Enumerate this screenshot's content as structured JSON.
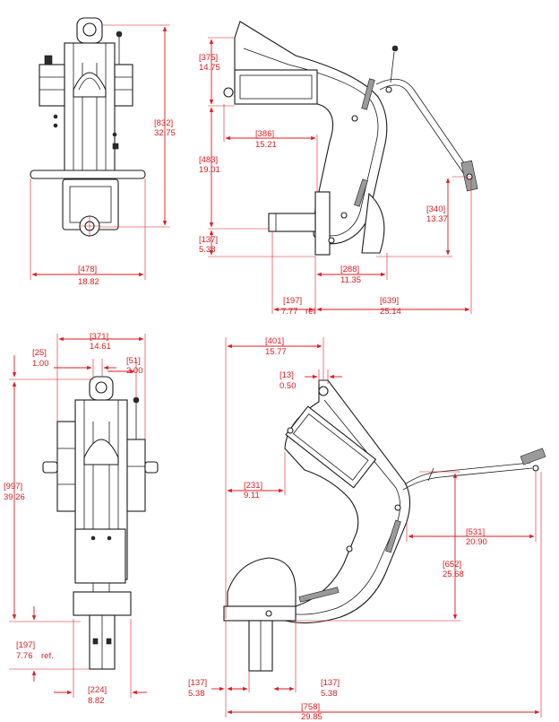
{
  "colors": {
    "dimension": "#e0191e",
    "line": "#1a1a1a"
  },
  "views": {
    "front_top": {
      "height": {
        "mm": "[832]",
        "in": "32.75"
      },
      "width": {
        "mm": "[478]",
        "in": "18.82"
      }
    },
    "side_top": {
      "d375": {
        "mm": "[375]",
        "in": "14.75"
      },
      "d483": {
        "mm": "[483]",
        "in": "19.01"
      },
      "d386": {
        "mm": "[386]",
        "in": "15.21"
      },
      "d137": {
        "mm": "[137]",
        "in": "5.38"
      },
      "d340": {
        "mm": "[340]",
        "in": "13.37"
      },
      "d288": {
        "mm": "[288]",
        "in": "11.35"
      },
      "d197": {
        "mm": "[197]",
        "in": "7.77",
        "note": "ref"
      },
      "d639": {
        "mm": "[639]",
        "in": "25.14"
      }
    },
    "front_bottom": {
      "d371": {
        "mm": "[371]",
        "in": "14.61"
      },
      "d25": {
        "mm": "[25]",
        "in": "1.00"
      },
      "d51": {
        "mm": "[51]",
        "in": "2.00"
      },
      "d997": {
        "mm": "[997]",
        "in": "39.26"
      },
      "d197": {
        "mm": "[197]",
        "in": "7.76",
        "note": "ref."
      },
      "d224": {
        "mm": "[224]",
        "in": "8.82"
      }
    },
    "side_bottom": {
      "d401": {
        "mm": "[401]",
        "in": "15.77"
      },
      "d13": {
        "mm": "[13]",
        "in": "0.50"
      },
      "d231": {
        "mm": "[231]",
        "in": "9.11"
      },
      "d531": {
        "mm": "[531]",
        "in": "20.90"
      },
      "d652": {
        "mm": "[652]",
        "in": "25.68"
      },
      "d137a": {
        "mm": "[137]",
        "in": "5.38"
      },
      "d137b": {
        "mm": "[137]",
        "in": "5.38"
      },
      "d758": {
        "mm": "[758]",
        "in": "29.85"
      }
    }
  }
}
